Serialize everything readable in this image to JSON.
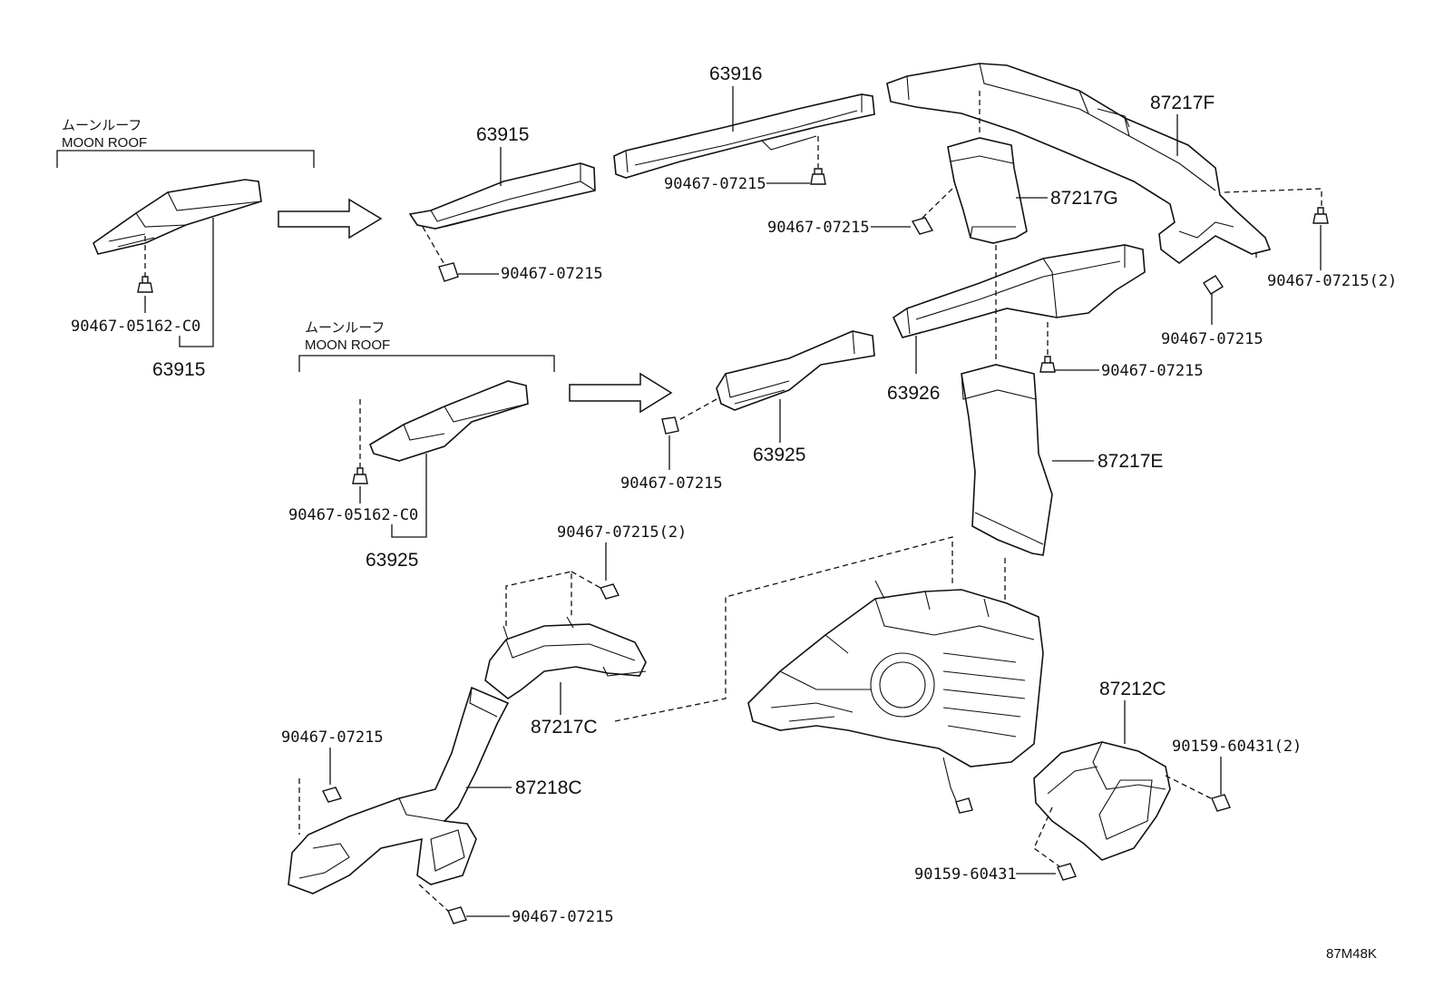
{
  "diagram_code": "87M48K",
  "moon_roof_groups": [
    {
      "jp": "ムーンルーフ",
      "en": "MOON ROOF"
    },
    {
      "jp": "ムーンルーフ",
      "en": "MOON ROOF"
    }
  ],
  "parts": {
    "p63916": "63916",
    "p63915_a": "63915",
    "p63915_b": "63915",
    "p87217F": "87217F",
    "p87217G": "87217G",
    "p63926": "63926",
    "p63925_a": "63925",
    "p63925_b": "63925",
    "p87217E": "87217E",
    "p87217C": "87217C",
    "p87212C": "87212C",
    "p87218C": "87218C"
  },
  "fasteners": {
    "f1": "90467-07215",
    "f2": "90467-07215",
    "f3": "90467-07215",
    "f4": "90467-07215(2)",
    "f5": "90467-07215",
    "f6": "90467-07215",
    "f7": "90467-05162-C0",
    "f8": "90467-07215",
    "f9": "90467-05162-C0",
    "f10": "90467-07215(2)",
    "f11": "90467-07215",
    "f12": "90159-60431(2)",
    "f13": "90159-60431",
    "f14": "90467-07215"
  }
}
